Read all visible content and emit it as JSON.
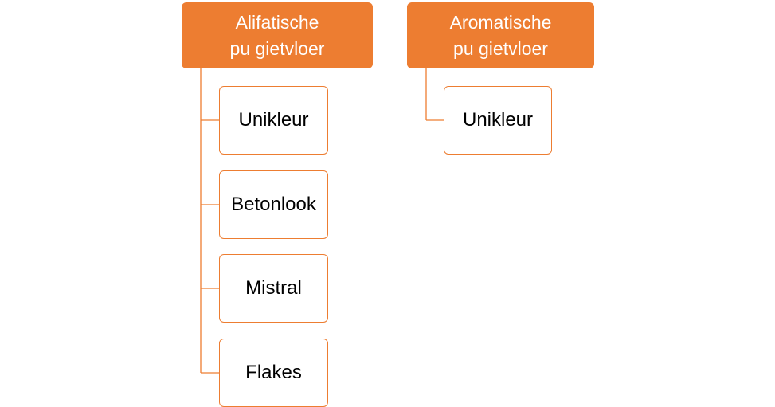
{
  "colors": {
    "accent": "#ed7d31",
    "text_dark": "#000000",
    "text_light": "#ffffff"
  },
  "groups": [
    {
      "title_line1": "Alifatische",
      "title_line2": "pu gietvloer",
      "items": [
        "Unikleur",
        "Betonlook",
        "Mistral",
        "Flakes"
      ]
    },
    {
      "title_line1": "Aromatische",
      "title_line2": "pu gietvloer",
      "items": [
        "Unikleur"
      ]
    }
  ]
}
